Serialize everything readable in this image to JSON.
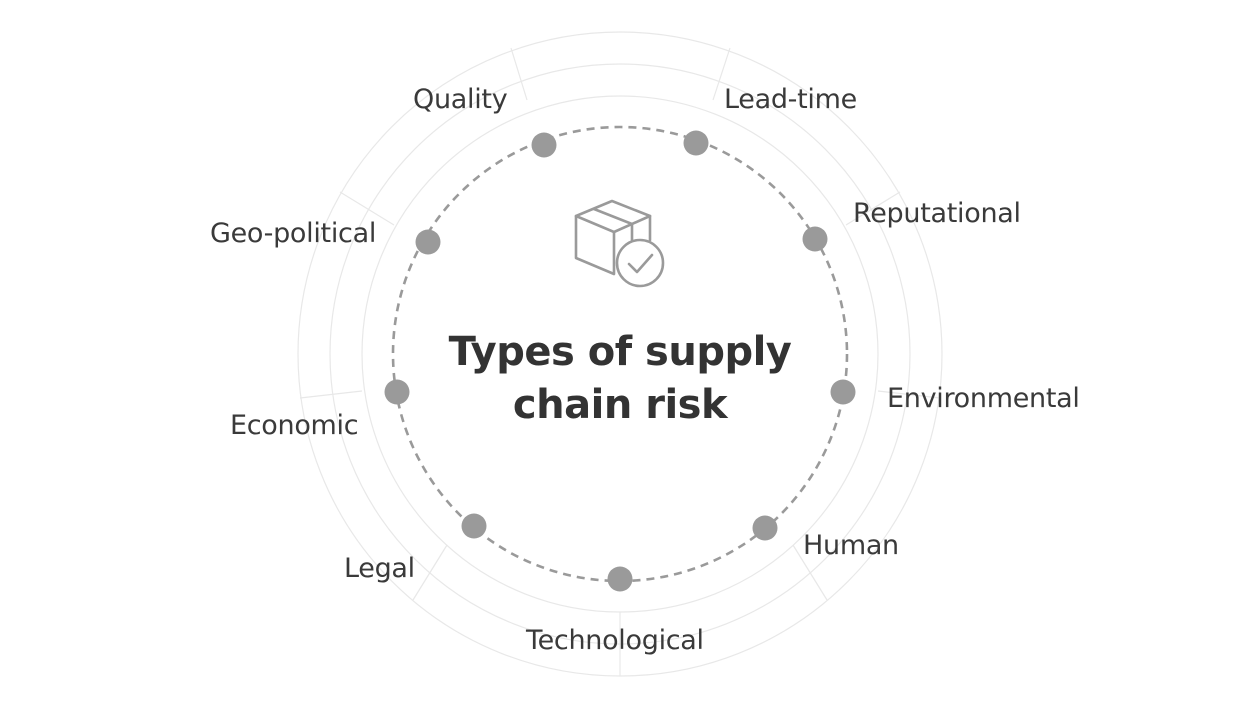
{
  "title": {
    "line1": "Types of supply",
    "line2": "chain risk"
  },
  "center_icon": "package-check-icon",
  "risk_types": [
    "Quality",
    "Lead-time",
    "Reputational",
    "Environmental",
    "Human",
    "Technological",
    "Legal",
    "Economic",
    "Geo-political"
  ],
  "colors": {
    "text": "#3a3a3a",
    "title": "#333333",
    "dot": "#9a9a9a",
    "dashed_ring": "#9a9a9a",
    "guide_rings": "#e6e6e6",
    "icon": "#9a9a9a"
  }
}
